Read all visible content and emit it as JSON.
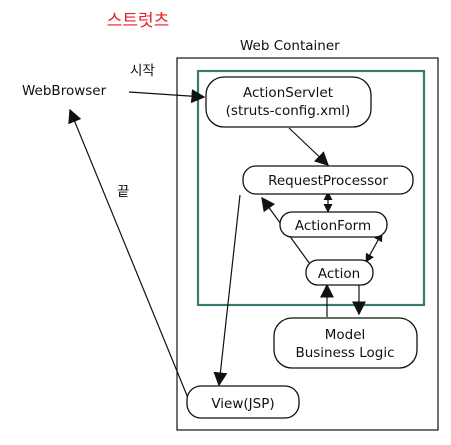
{
  "title": "스트럿츠",
  "colors": {
    "title": "#e8202a",
    "frame": "#111111",
    "inner_frame": "#3a7a72",
    "ink": "#111111"
  },
  "labels": {
    "container": "Web Container",
    "browser": "WebBrowser",
    "start": "시작",
    "end": "끝"
  },
  "nodes": {
    "action_servlet": [
      "ActionServlet",
      "(struts-config.xml)"
    ],
    "request_processor": "RequestProcessor",
    "action_form": "ActionForm",
    "action": "Action",
    "model": [
      "Model",
      "Business Logic"
    ],
    "view": "View(JSP)"
  }
}
